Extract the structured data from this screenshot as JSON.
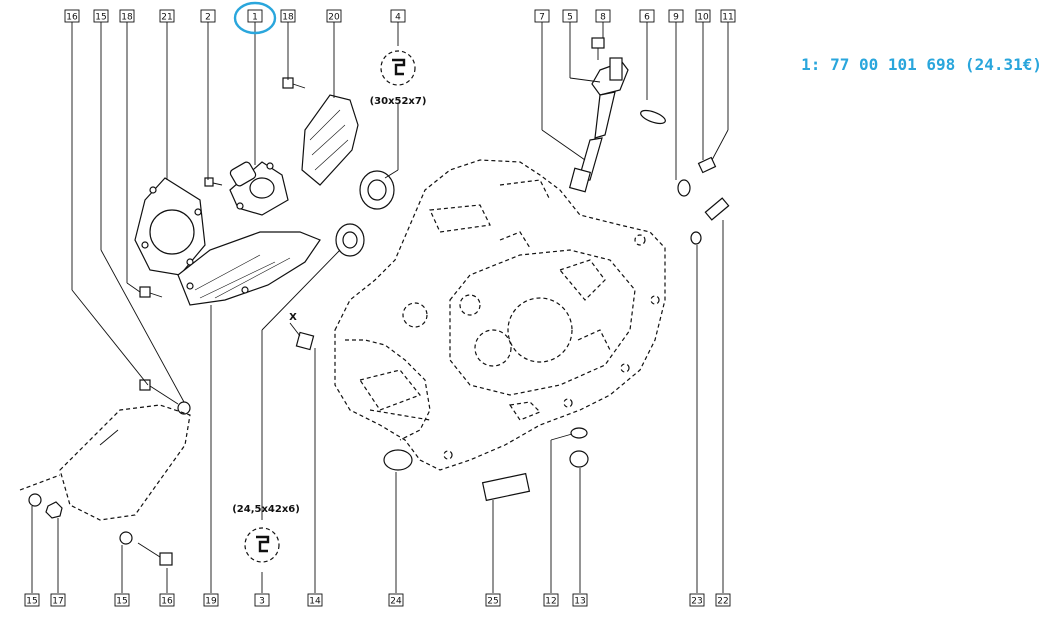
{
  "colors": {
    "accent": "#2aa6dc",
    "ink": "#111111"
  },
  "price_label": "1: 77 00 101 698 (24.31€)",
  "x_marker": "X",
  "dimensions": {
    "lip_seal_large": "(30x52x7)",
    "lip_seal_small": "(24,5x42x6)"
  },
  "callouts": {
    "top": [
      "16",
      "15",
      "18",
      "21",
      "2",
      "1",
      "18",
      "20",
      "4",
      "7",
      "5",
      "8",
      "6",
      "9",
      "10",
      "11"
    ],
    "bottom": [
      "15",
      "17",
      "15",
      "16",
      "19",
      "3",
      "14",
      "24",
      "25",
      "12",
      "13",
      "23",
      "22"
    ]
  },
  "highlighted_part": "1",
  "icons": {
    "seal_symbol": "lip-seal-icon"
  }
}
